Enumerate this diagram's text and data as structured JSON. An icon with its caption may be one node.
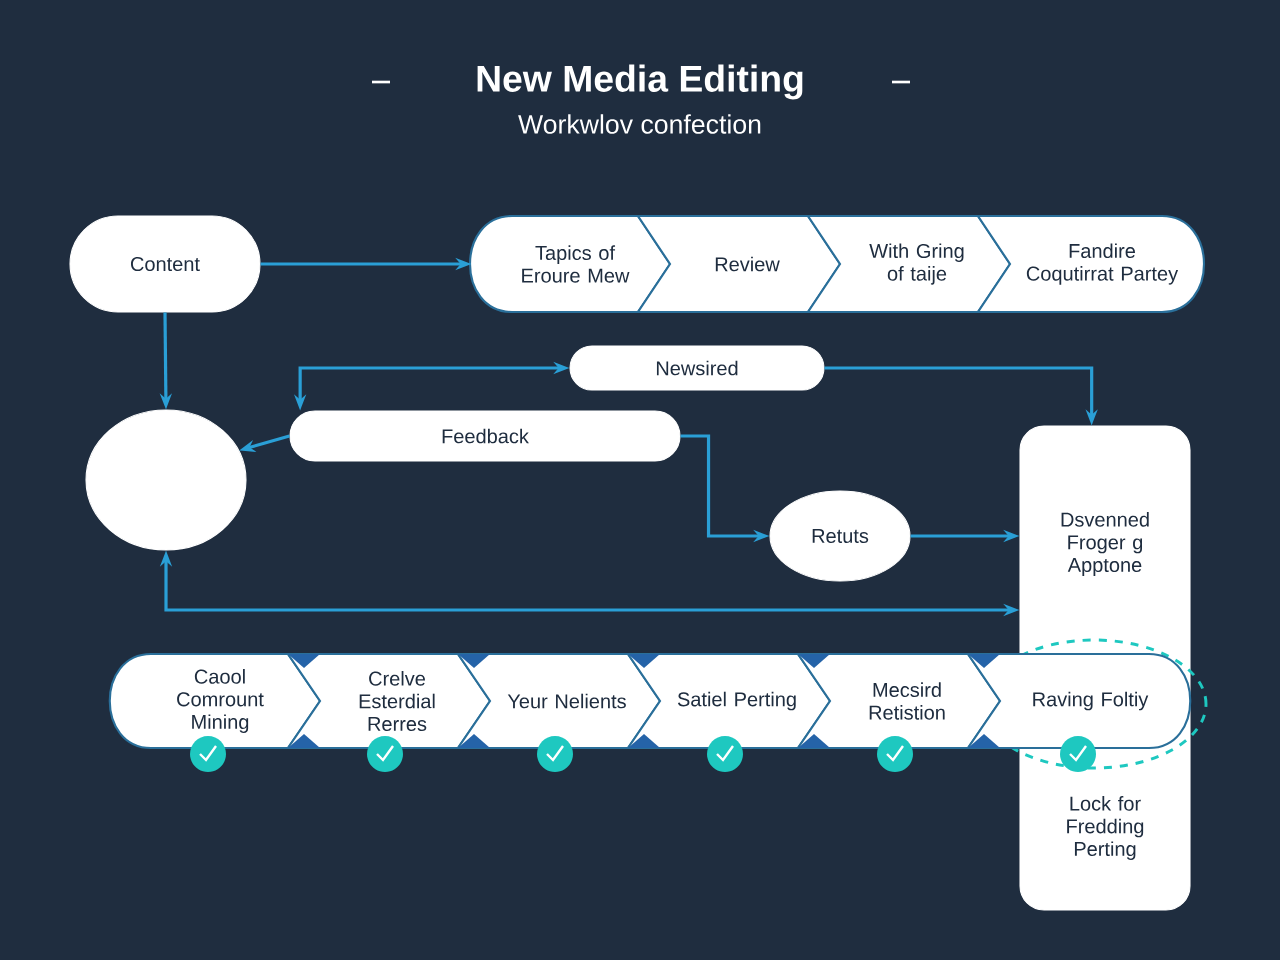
{
  "diagram": {
    "title": "New Media Editing",
    "nodes": [
      {
        "text": [
          "Content"
        ]
      },
      {
        "text": [
          "Tapics of Eroure Mew"
        ]
      },
      {
        "text": [
          "Review"
        ]
      },
      {
        "text": [
          "With Gring of taije"
        ]
      },
      {
        "text": [
          "Fandire Coqutirrat Partey"
        ]
      },
      {
        "text": [
          "Newsired"
        ]
      },
      {
        "text": [
          "Feedback"
        ]
      },
      {
        "text": [],
        "shape": "circle"
      },
      {
        "text": [
          "Retuts"
        ]
      },
      {
        "text": [
          "Dsvenned Froger g Apptone",
          "Lock for Fredding Perting"
        ]
      },
      {
        "text": [
          "Caool Comrount Mining"
        ]
      },
      {
        "text": [
          "Crelve Esterdial Rerres"
        ]
      },
      {
        "text": [
          "Yeur Nelients"
        ]
      },
      {
        "text": [
          "Satiel Perting"
        ]
      },
      {
        "text": [
          "Mecsird Retistion"
        ]
      },
      {
        "text": [
          "Raving Foltiy"
        ]
      }
    ],
    "edges": [
      {
        "from": 0,
        "to": 1,
        "arrow": "to"
      },
      {
        "from": 0,
        "to": 7,
        "arrow": "to"
      },
      {
        "from": 6,
        "to": 5,
        "arrow": "both"
      },
      {
        "from": 5,
        "to": 9,
        "arrow": "to"
      },
      {
        "from": 6,
        "to": 7,
        "arrow": "to"
      },
      {
        "from": 6,
        "to": 8,
        "arrow": "to"
      },
      {
        "from": 8,
        "to": 9,
        "arrow": "to"
      },
      {
        "from": 7,
        "to": 9,
        "arrow": "both"
      }
    ],
    "labels": [
      "Workwlov confection"
    ]
  }
}
